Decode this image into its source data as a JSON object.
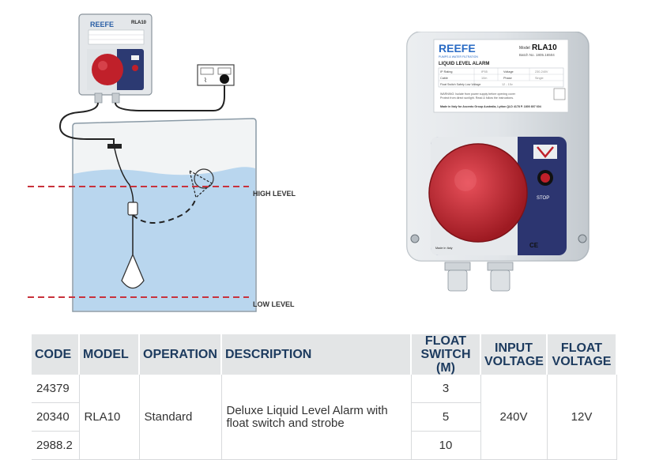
{
  "diagram": {
    "brand": "REEFE",
    "model_label": "RLA10",
    "high_level_label": "HIGH LEVEL",
    "low_level_label": "LOW LEVEL"
  },
  "product": {
    "brand": "REEFE",
    "brand_tagline": "PUMPS & WATER FILTRATION",
    "model_prefix": "Model",
    "model": "RLA10",
    "batch": "Batch No. 1805.16504",
    "panel_title": "LIQUID LEVEL ALARM",
    "spec_rows": [
      [
        "IP Rating",
        "IP55",
        "Voltage",
        "230-240V"
      ],
      [
        "Cable",
        "10m",
        "Phase",
        "Single"
      ],
      [
        "Float Switch Safety Low Voltage",
        "12 - 15v",
        "",
        ""
      ]
    ],
    "warning_line1": "WARNING: Isolate from power supply before opening cover",
    "warning_line2": "Protect from direct sunlight. Read & follow the instructions.",
    "made_by": "Made in Italy for Ascento Group Australia, Lytton QLD 4178 P. 1800 807 604",
    "stop_label": "STOP",
    "made_in": "Made in Italy",
    "ce_mark": "CE"
  },
  "table": {
    "headers": {
      "code": "CODE",
      "model": "MODEL",
      "operation": "OPERATION",
      "description": "DESCRIPTION",
      "float_switch_l1": "FLOAT",
      "float_switch_l2": "SWITCH",
      "float_switch_l3": "(M)",
      "input_voltage_l1": "INPUT",
      "input_voltage_l2": "VOLTAGE",
      "float_voltage_l1": "FLOAT",
      "float_voltage_l2": "VOLTAGE"
    },
    "codes": [
      "24379",
      "20340",
      "2988.2"
    ],
    "model": "RLA10",
    "operation": "Standard",
    "description_l1": "Deluxe Liquid Level Alarm with",
    "description_l2": "float switch and strobe",
    "float_switch_lengths": [
      "3",
      "5",
      "10"
    ],
    "input_voltage": "240V",
    "float_voltage": "12V"
  },
  "colors": {
    "header_text": "#1c3a5e",
    "header_bg": "#e3e5e6",
    "water": "#b9d6ee",
    "strobe_red": "#c0202a",
    "level_line": "#c8323c"
  }
}
